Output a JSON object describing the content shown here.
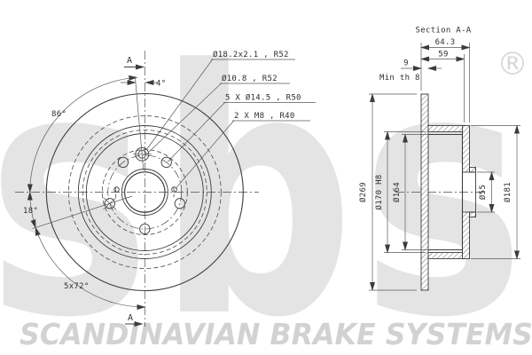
{
  "watermark": {
    "brand": "sbs",
    "registered": "®",
    "footer": "SCANDINAVIAN BRAKE SYSTEMS"
  },
  "front_view": {
    "section_marker": "A",
    "hole_specs": {
      "countersink": "Ø18.2x2.1 , R52",
      "through_hole": "Ø10.8 , R52",
      "bolt_holes": "5 X Ø14.5 , R50",
      "thread_holes": "2 X M8 , R40"
    },
    "angles": {
      "section_offset": "4°",
      "left_sweep": "86°",
      "lower_ref": "18°",
      "bolt_pitch": "5x72°"
    }
  },
  "section_view": {
    "title": "Section A-A",
    "dimensions": {
      "total_depth": "64.3",
      "inner_depth": "59",
      "disc_thickness": "9",
      "min_thickness_note": "Min th 8",
      "outer_diameter": "Ø269",
      "drum_diameter": "Ø170 H8",
      "lip_diameter": "Ø164",
      "hat_diameter": "Ø181",
      "bore_diameter": "Ø55"
    }
  }
}
